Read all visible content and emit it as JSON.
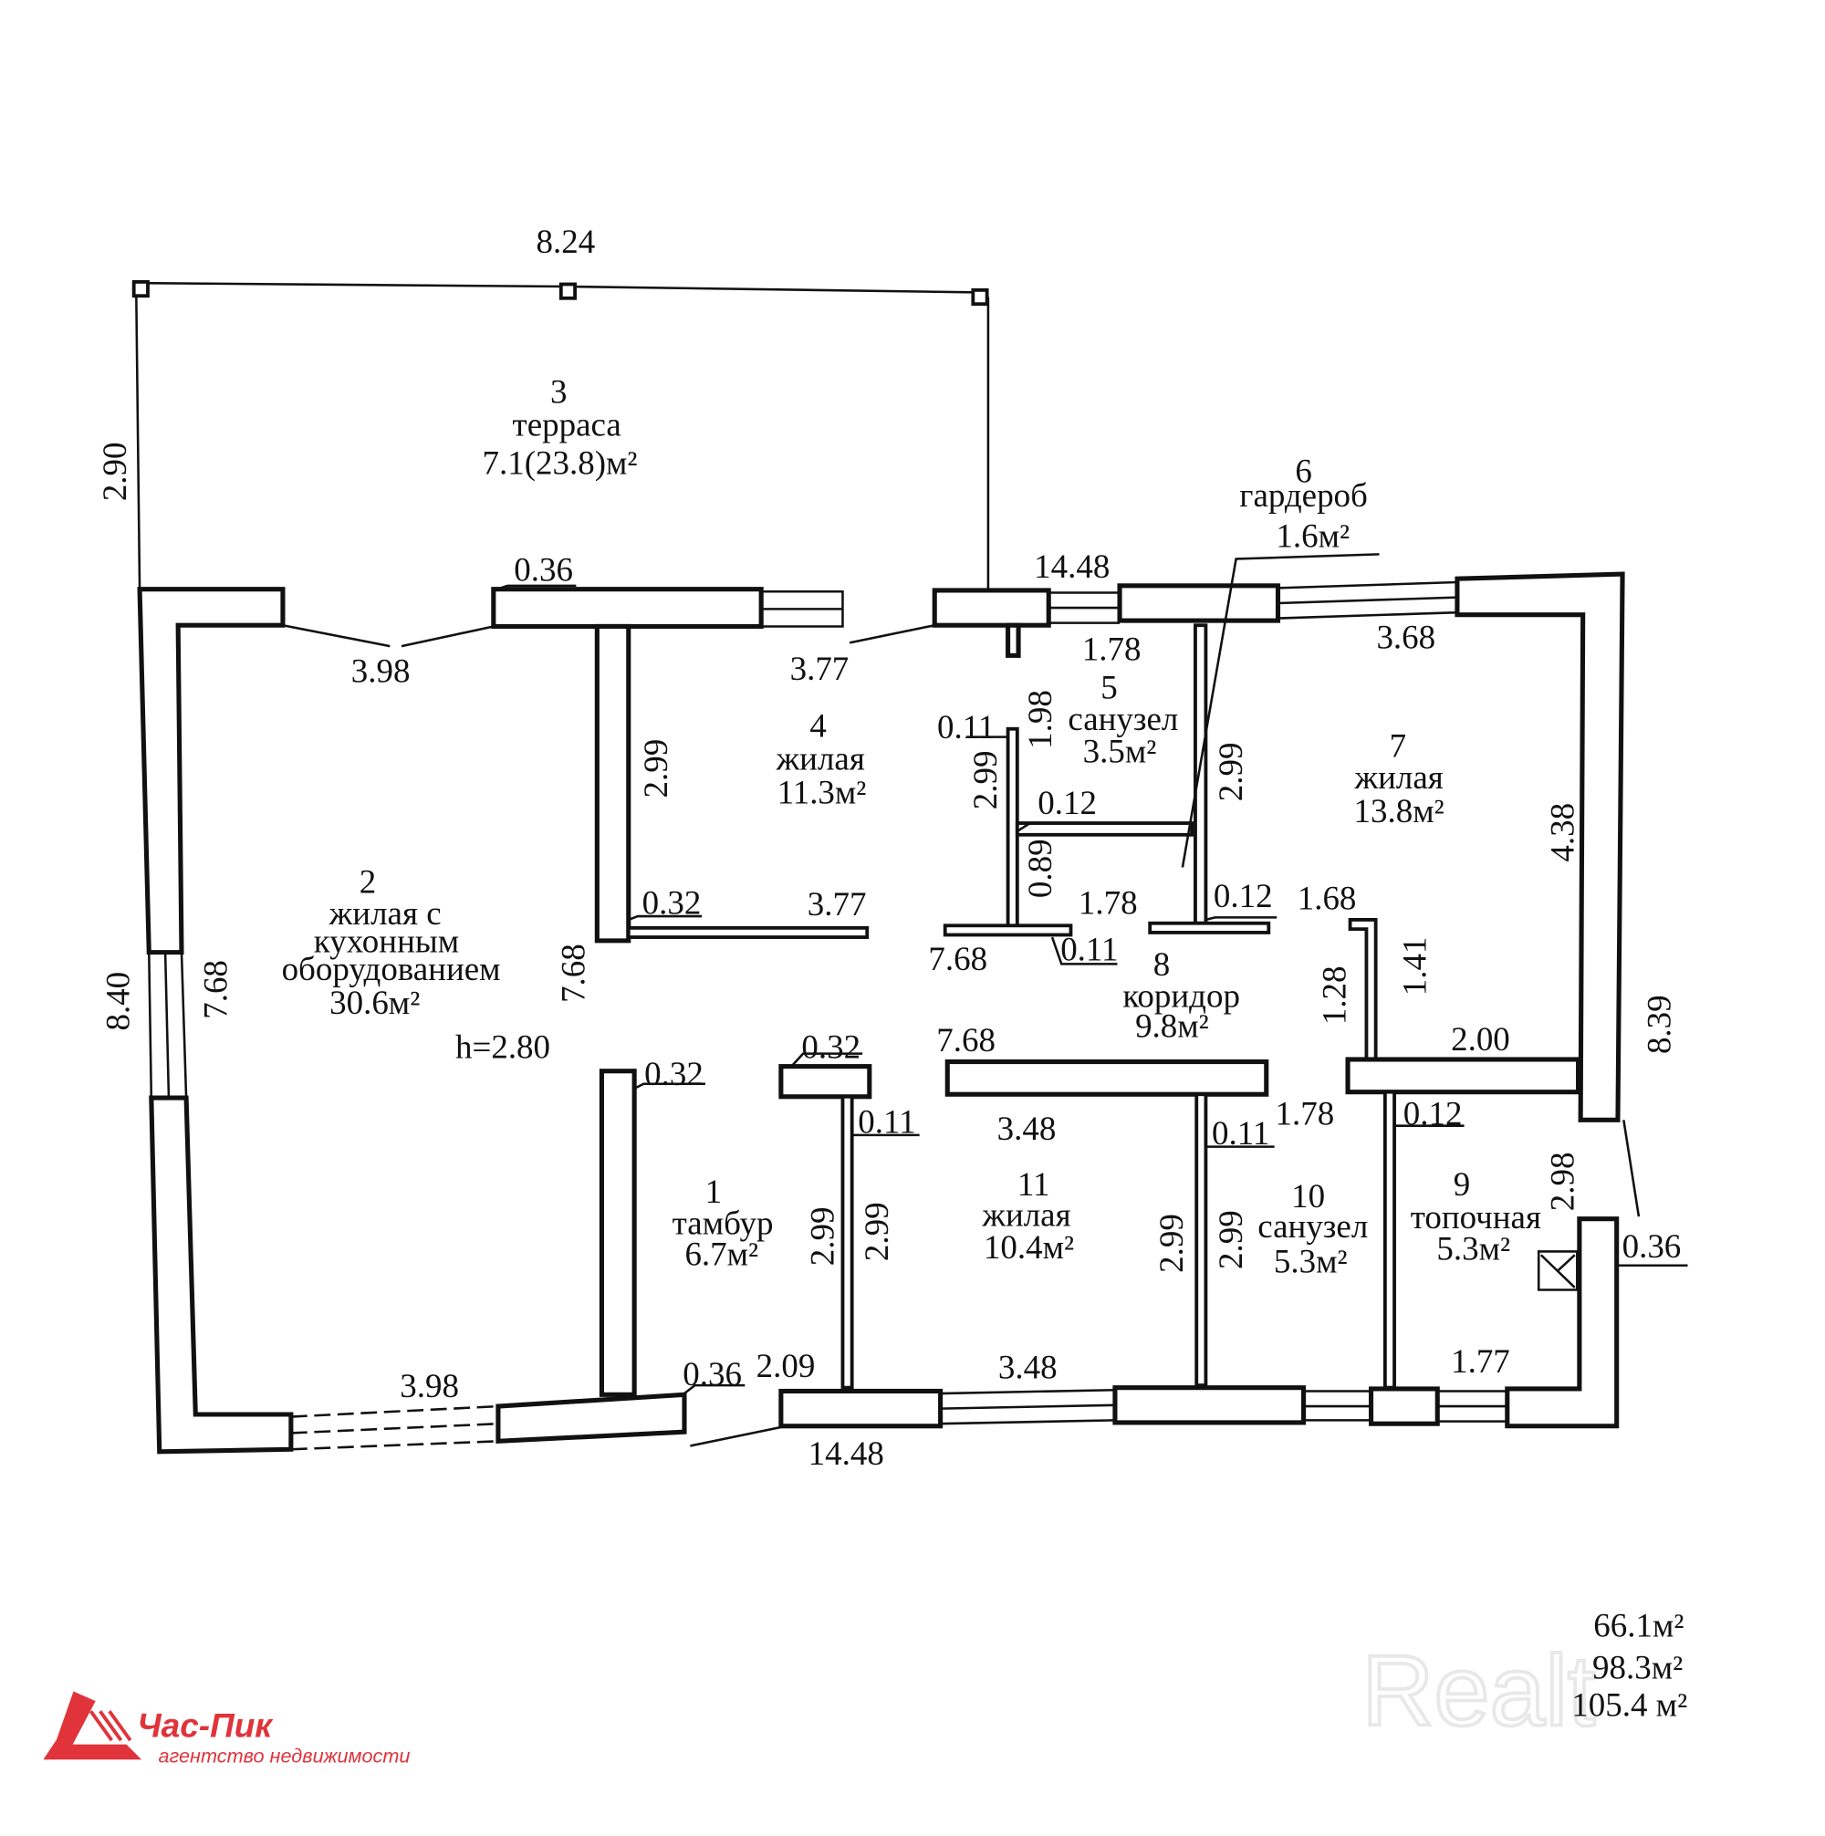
{
  "rooms": [
    {
      "num": "1",
      "name": "тамбур",
      "area": "6.7м²"
    },
    {
      "num": "2",
      "name": "жилая с",
      "name2": "кухонным",
      "name3": "оборудованием",
      "area": "30.6м²"
    },
    {
      "num": "3",
      "name": "терраса",
      "area": "7.1(23.8)м²"
    },
    {
      "num": "4",
      "name": "жилая",
      "area": "11.3м²"
    },
    {
      "num": "5",
      "name": "санузел",
      "area": "3.5м²"
    },
    {
      "num": "6",
      "name": "гардероб",
      "area": "1.6м²"
    },
    {
      "num": "7",
      "name": "жилая",
      "area": "13.8м²"
    },
    {
      "num": "8",
      "name": "коридор",
      "area": "9.8м²"
    },
    {
      "num": "9",
      "name": "топочная",
      "area": "5.3м²"
    },
    {
      "num": "10",
      "name": "санузел",
      "area": "5.3м²"
    },
    {
      "num": "11",
      "name": "жилая",
      "area": "10.4м²"
    }
  ],
  "dims": [
    "8.24",
    "2.90",
    "0.36",
    "3.98",
    "3.77",
    "14.48",
    "1.78",
    "3.68",
    "0.11",
    "1.98",
    "2.99",
    "0.12",
    "2.99",
    "2.99",
    "0.32",
    "3.77",
    "0.89",
    "1.78",
    "0.12",
    "1.68",
    "4.38",
    "7.68",
    "0.11",
    "1.28",
    "1.41",
    "8.40",
    "7.68",
    "7.68",
    "7.68",
    "0.32",
    "0.32",
    "2.00",
    "8.39",
    "0.11",
    "3.48",
    "0.11",
    "1.78",
    "0.12",
    "2.98",
    "0.36",
    "2.99",
    "2.99",
    "2.99",
    "2.99",
    "3.98",
    "0.36",
    "2.09",
    "3.48",
    "1.77",
    "14.48",
    "h=2.80"
  ],
  "totals": [
    "66.1м²",
    "98.3м²",
    "105.4 м²"
  ],
  "logo": {
    "name": "Час-Пик",
    "tagline": "агентство недвижимости",
    "color": "#e0333a"
  },
  "watermark": "Realt"
}
